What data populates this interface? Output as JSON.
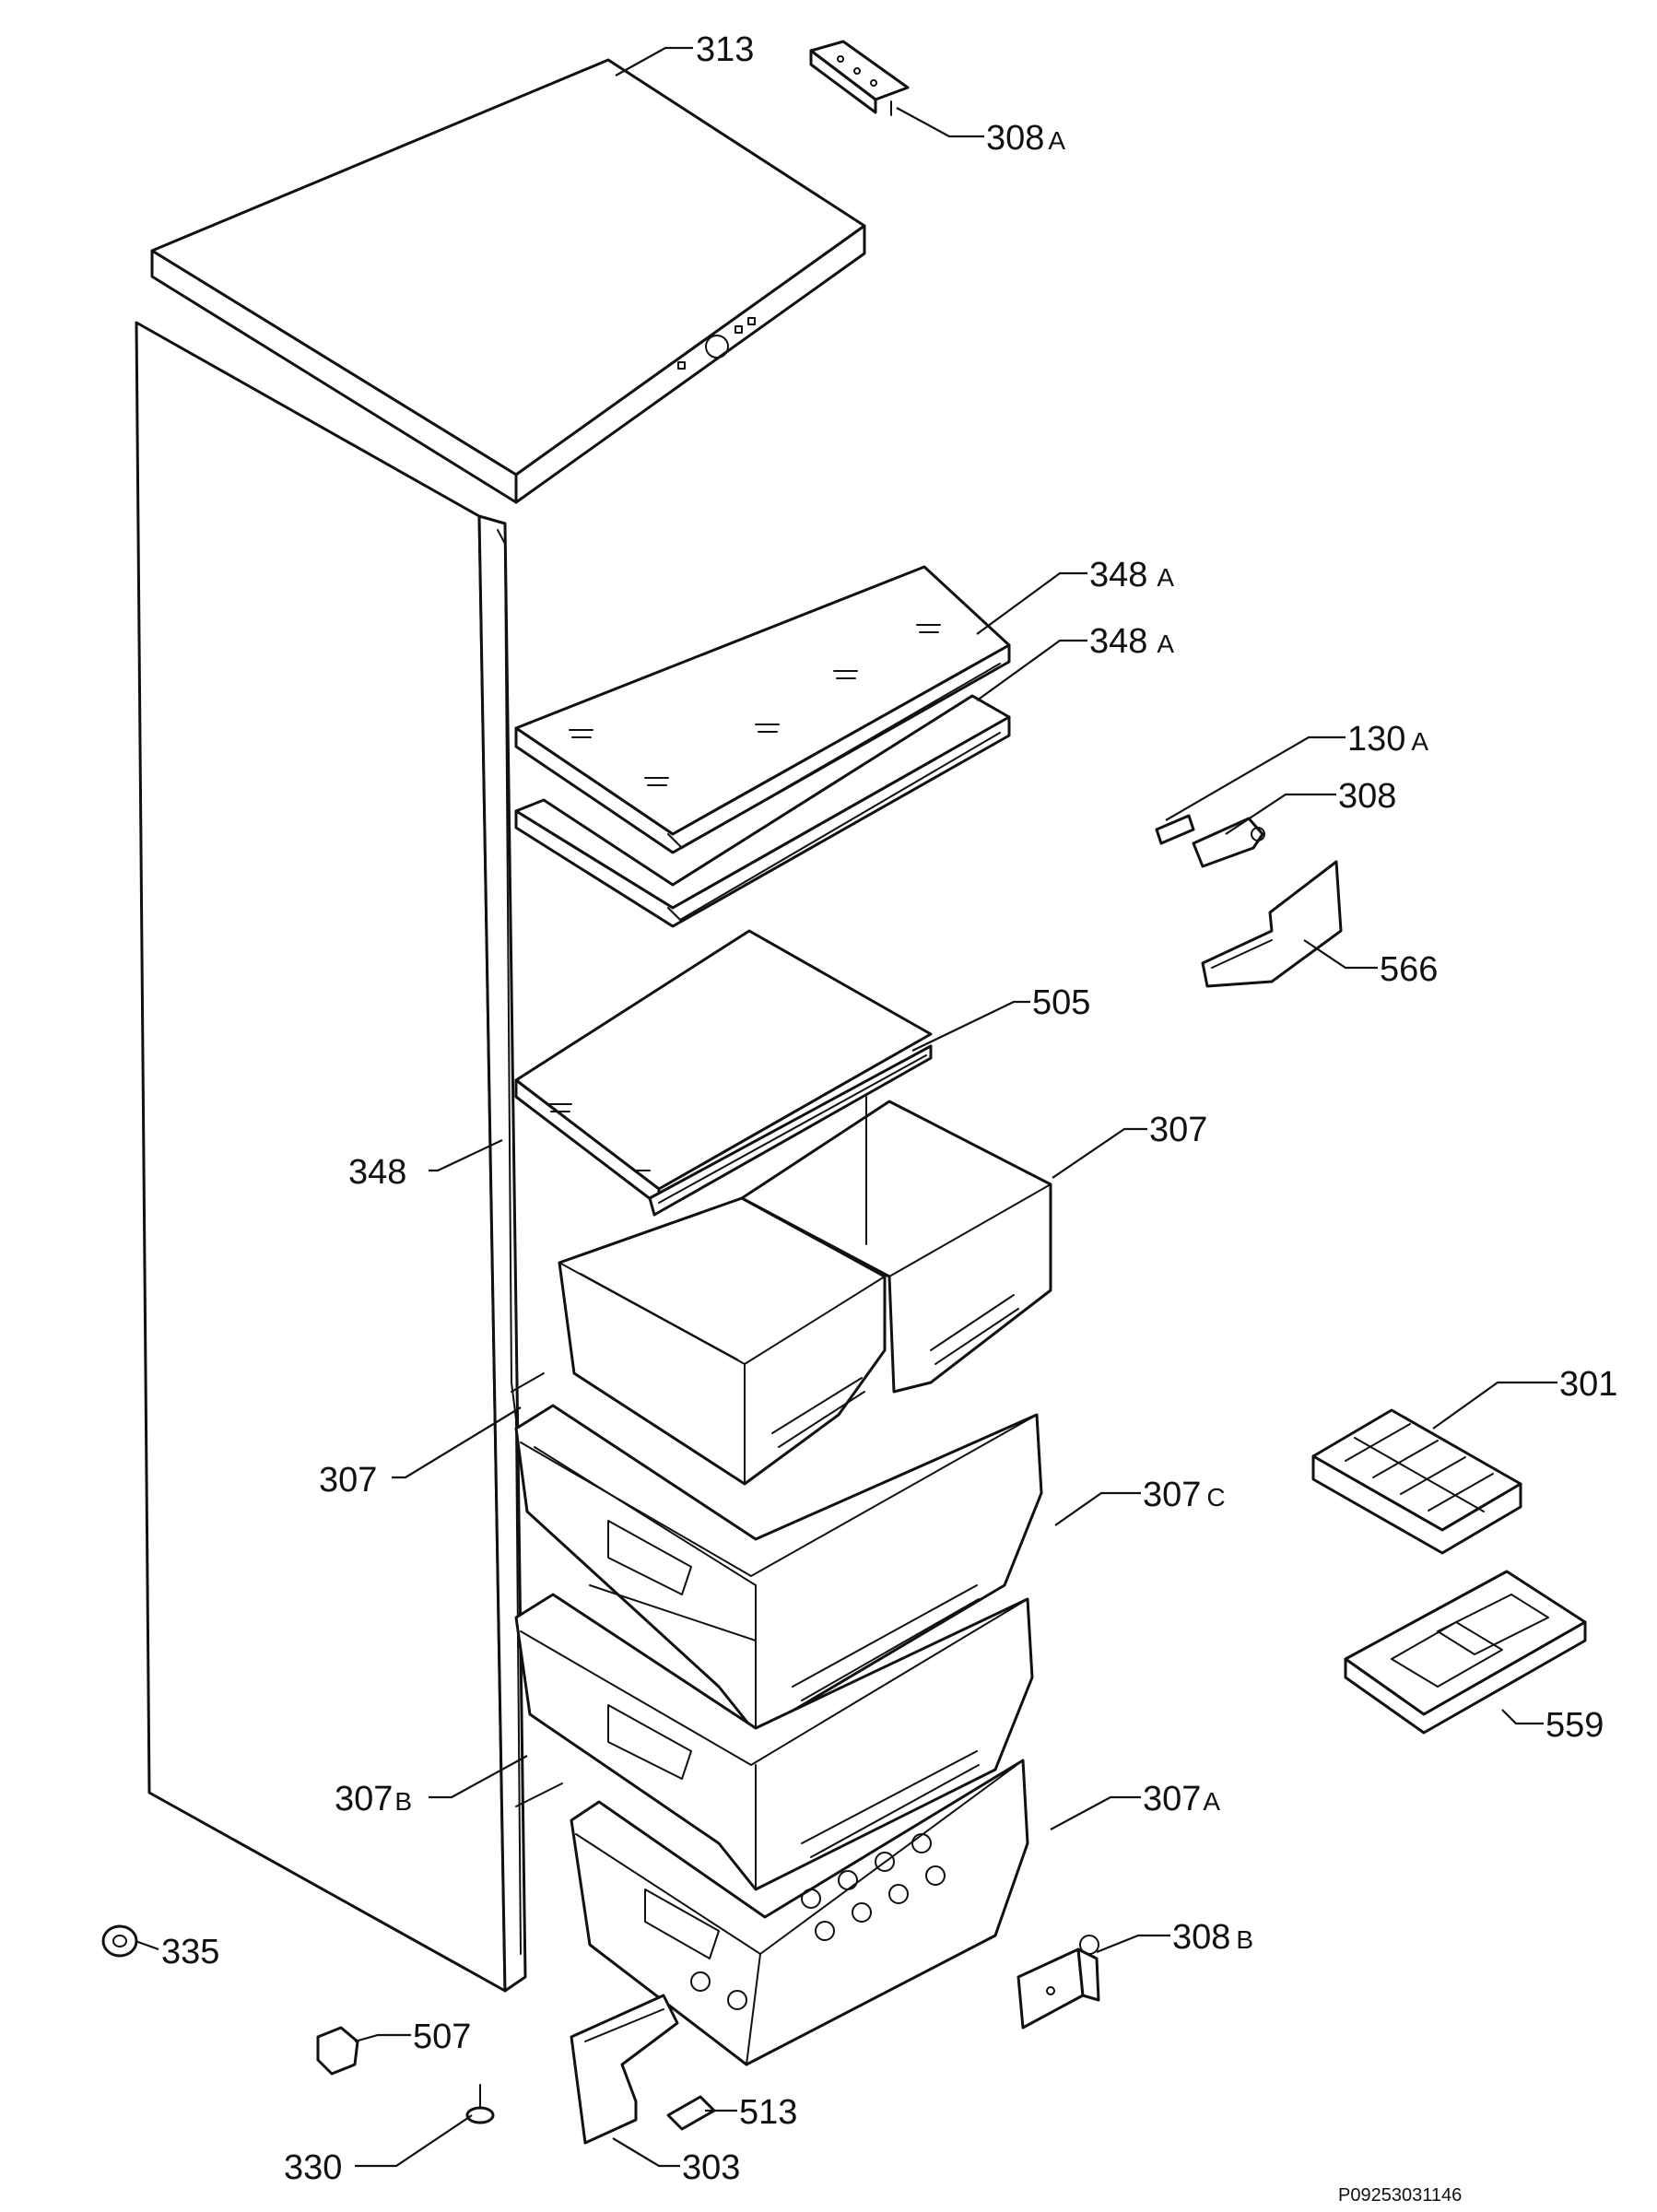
{
  "labels": {
    "l313": {
      "number": "313",
      "suffix": ""
    },
    "l308A": {
      "number": "308",
      "suffix": "A"
    },
    "l348A1": {
      "number": "348",
      "suffix": "A"
    },
    "l348A2": {
      "number": "348",
      "suffix": "A"
    },
    "l130A": {
      "number": "130",
      "suffix": "A"
    },
    "l308": {
      "number": "308",
      "suffix": ""
    },
    "l566": {
      "number": "566",
      "suffix": ""
    },
    "l505": {
      "number": "505",
      "suffix": ""
    },
    "l307a": {
      "number": "307",
      "suffix": ""
    },
    "l348": {
      "number": "348",
      "suffix": ""
    },
    "l301": {
      "number": "301",
      "suffix": ""
    },
    "l307b": {
      "number": "307",
      "suffix": ""
    },
    "l307C": {
      "number": "307",
      "suffix": "C"
    },
    "l559": {
      "number": "559",
      "suffix": ""
    },
    "l307B": {
      "number": "307",
      "suffix": "B"
    },
    "l307A": {
      "number": "307",
      "suffix": "A"
    },
    "l335": {
      "number": "335",
      "suffix": ""
    },
    "l308B": {
      "number": "308",
      "suffix": "B"
    },
    "l507": {
      "number": "507",
      "suffix": ""
    },
    "l513": {
      "number": "513",
      "suffix": ""
    },
    "l330": {
      "number": "330",
      "suffix": ""
    },
    "l303": {
      "number": "303",
      "suffix": ""
    }
  },
  "reference_code": "P09253031146"
}
